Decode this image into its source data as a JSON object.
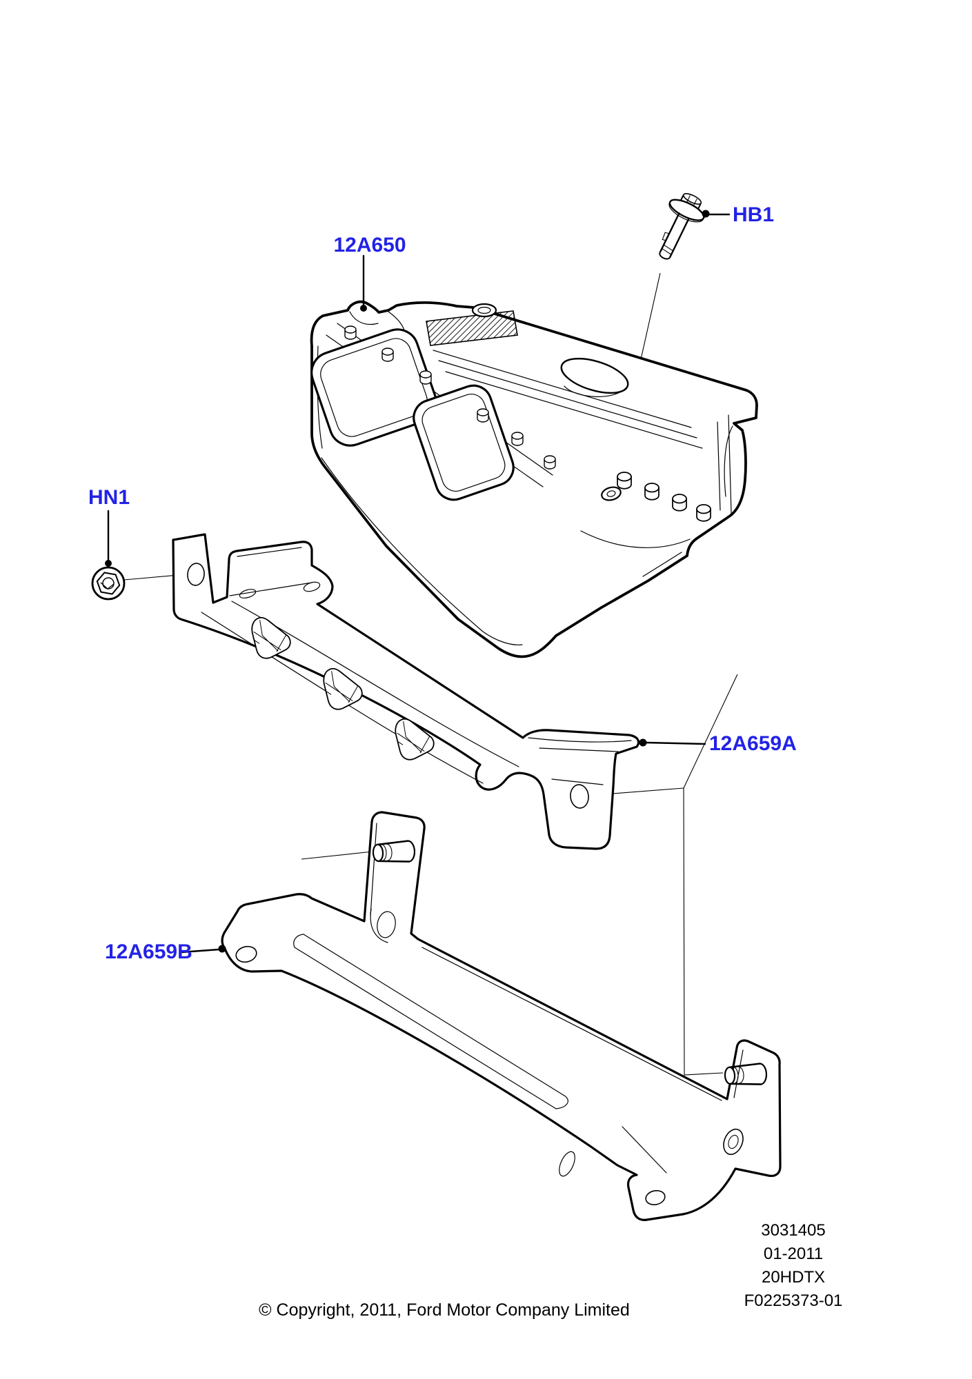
{
  "callouts": {
    "module": "12A650",
    "bolt": "HB1",
    "nut": "HN1",
    "bracket_upper": "12A659A",
    "bracket_lower": "12A659B"
  },
  "doc_info": {
    "catalog_number": "3031405",
    "date": "01-2011",
    "vehicle_code": "20HDTX",
    "figure_number": "F0225373-01"
  },
  "footer": {
    "copyright": "© Copyright, 2011, Ford Motor Company Limited"
  },
  "colors": {
    "callout_blue": "#2222e6",
    "line_black": "#000000",
    "background": "#ffffff"
  }
}
